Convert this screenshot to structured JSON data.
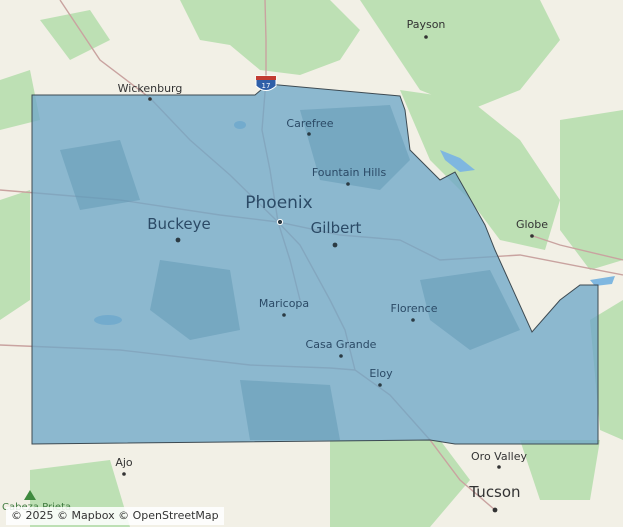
{
  "map": {
    "attribution": {
      "prefix": "©",
      "year": "2025",
      "provider": "Mapbox",
      "osm": "OpenStreetMap"
    },
    "highway_shield": "17",
    "colors": {
      "land": "#f2f0e6",
      "park": "#bde0b4",
      "region_fill": "#6fa8c8",
      "region_stroke": "#3d4a52",
      "water": "#7fb7e0",
      "road": "#c9a3a0"
    },
    "places_highlighted": [
      {
        "name": "Phoenix"
      },
      {
        "name": "Buckeye"
      },
      {
        "name": "Gilbert"
      },
      {
        "name": "Carefree"
      },
      {
        "name": "Fountain Hills"
      },
      {
        "name": "Maricopa"
      },
      {
        "name": "Florence"
      },
      {
        "name": "Casa Grande"
      },
      {
        "name": "Eloy"
      }
    ],
    "places_outside": [
      {
        "name": "Wickenburg"
      },
      {
        "name": "Payson"
      },
      {
        "name": "Globe"
      },
      {
        "name": "Ajo"
      },
      {
        "name": "Oro Valley"
      },
      {
        "name": "Tucson"
      }
    ],
    "partial_label": "Cabeza Prieta"
  }
}
